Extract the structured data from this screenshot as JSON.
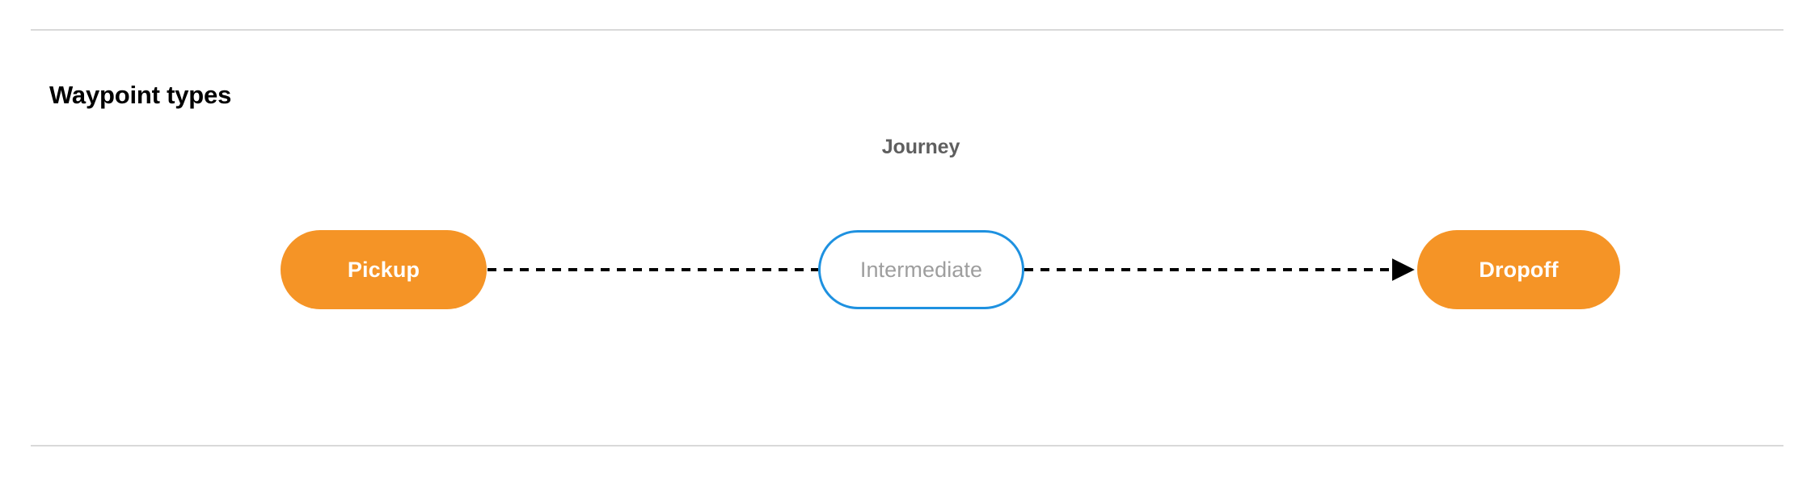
{
  "section": {
    "title": "Waypoint types"
  },
  "diagram": {
    "cluster_label": "Journey",
    "nodes": [
      {
        "id": "pickup",
        "label": "Pickup",
        "kind": "terminal",
        "fill": "#F59426",
        "text_color": "#FFFFFF"
      },
      {
        "id": "intermediate",
        "label": "Intermediate",
        "kind": "intermediate",
        "fill": "#FFFFFF",
        "text_color": "#9E9E9E",
        "border_color": "#1E91E0"
      },
      {
        "id": "dropoff",
        "label": "Dropoff",
        "kind": "terminal",
        "fill": "#F59426",
        "text_color": "#FFFFFF"
      }
    ],
    "edges": [
      {
        "from": "pickup",
        "to": "intermediate",
        "style": "dashed",
        "arrowhead": false,
        "color": "#000000"
      },
      {
        "from": "intermediate",
        "to": "dropoff",
        "style": "dashed",
        "arrowhead": true,
        "color": "#000000"
      }
    ]
  },
  "dividers": {
    "color": "#D9D9D9"
  }
}
